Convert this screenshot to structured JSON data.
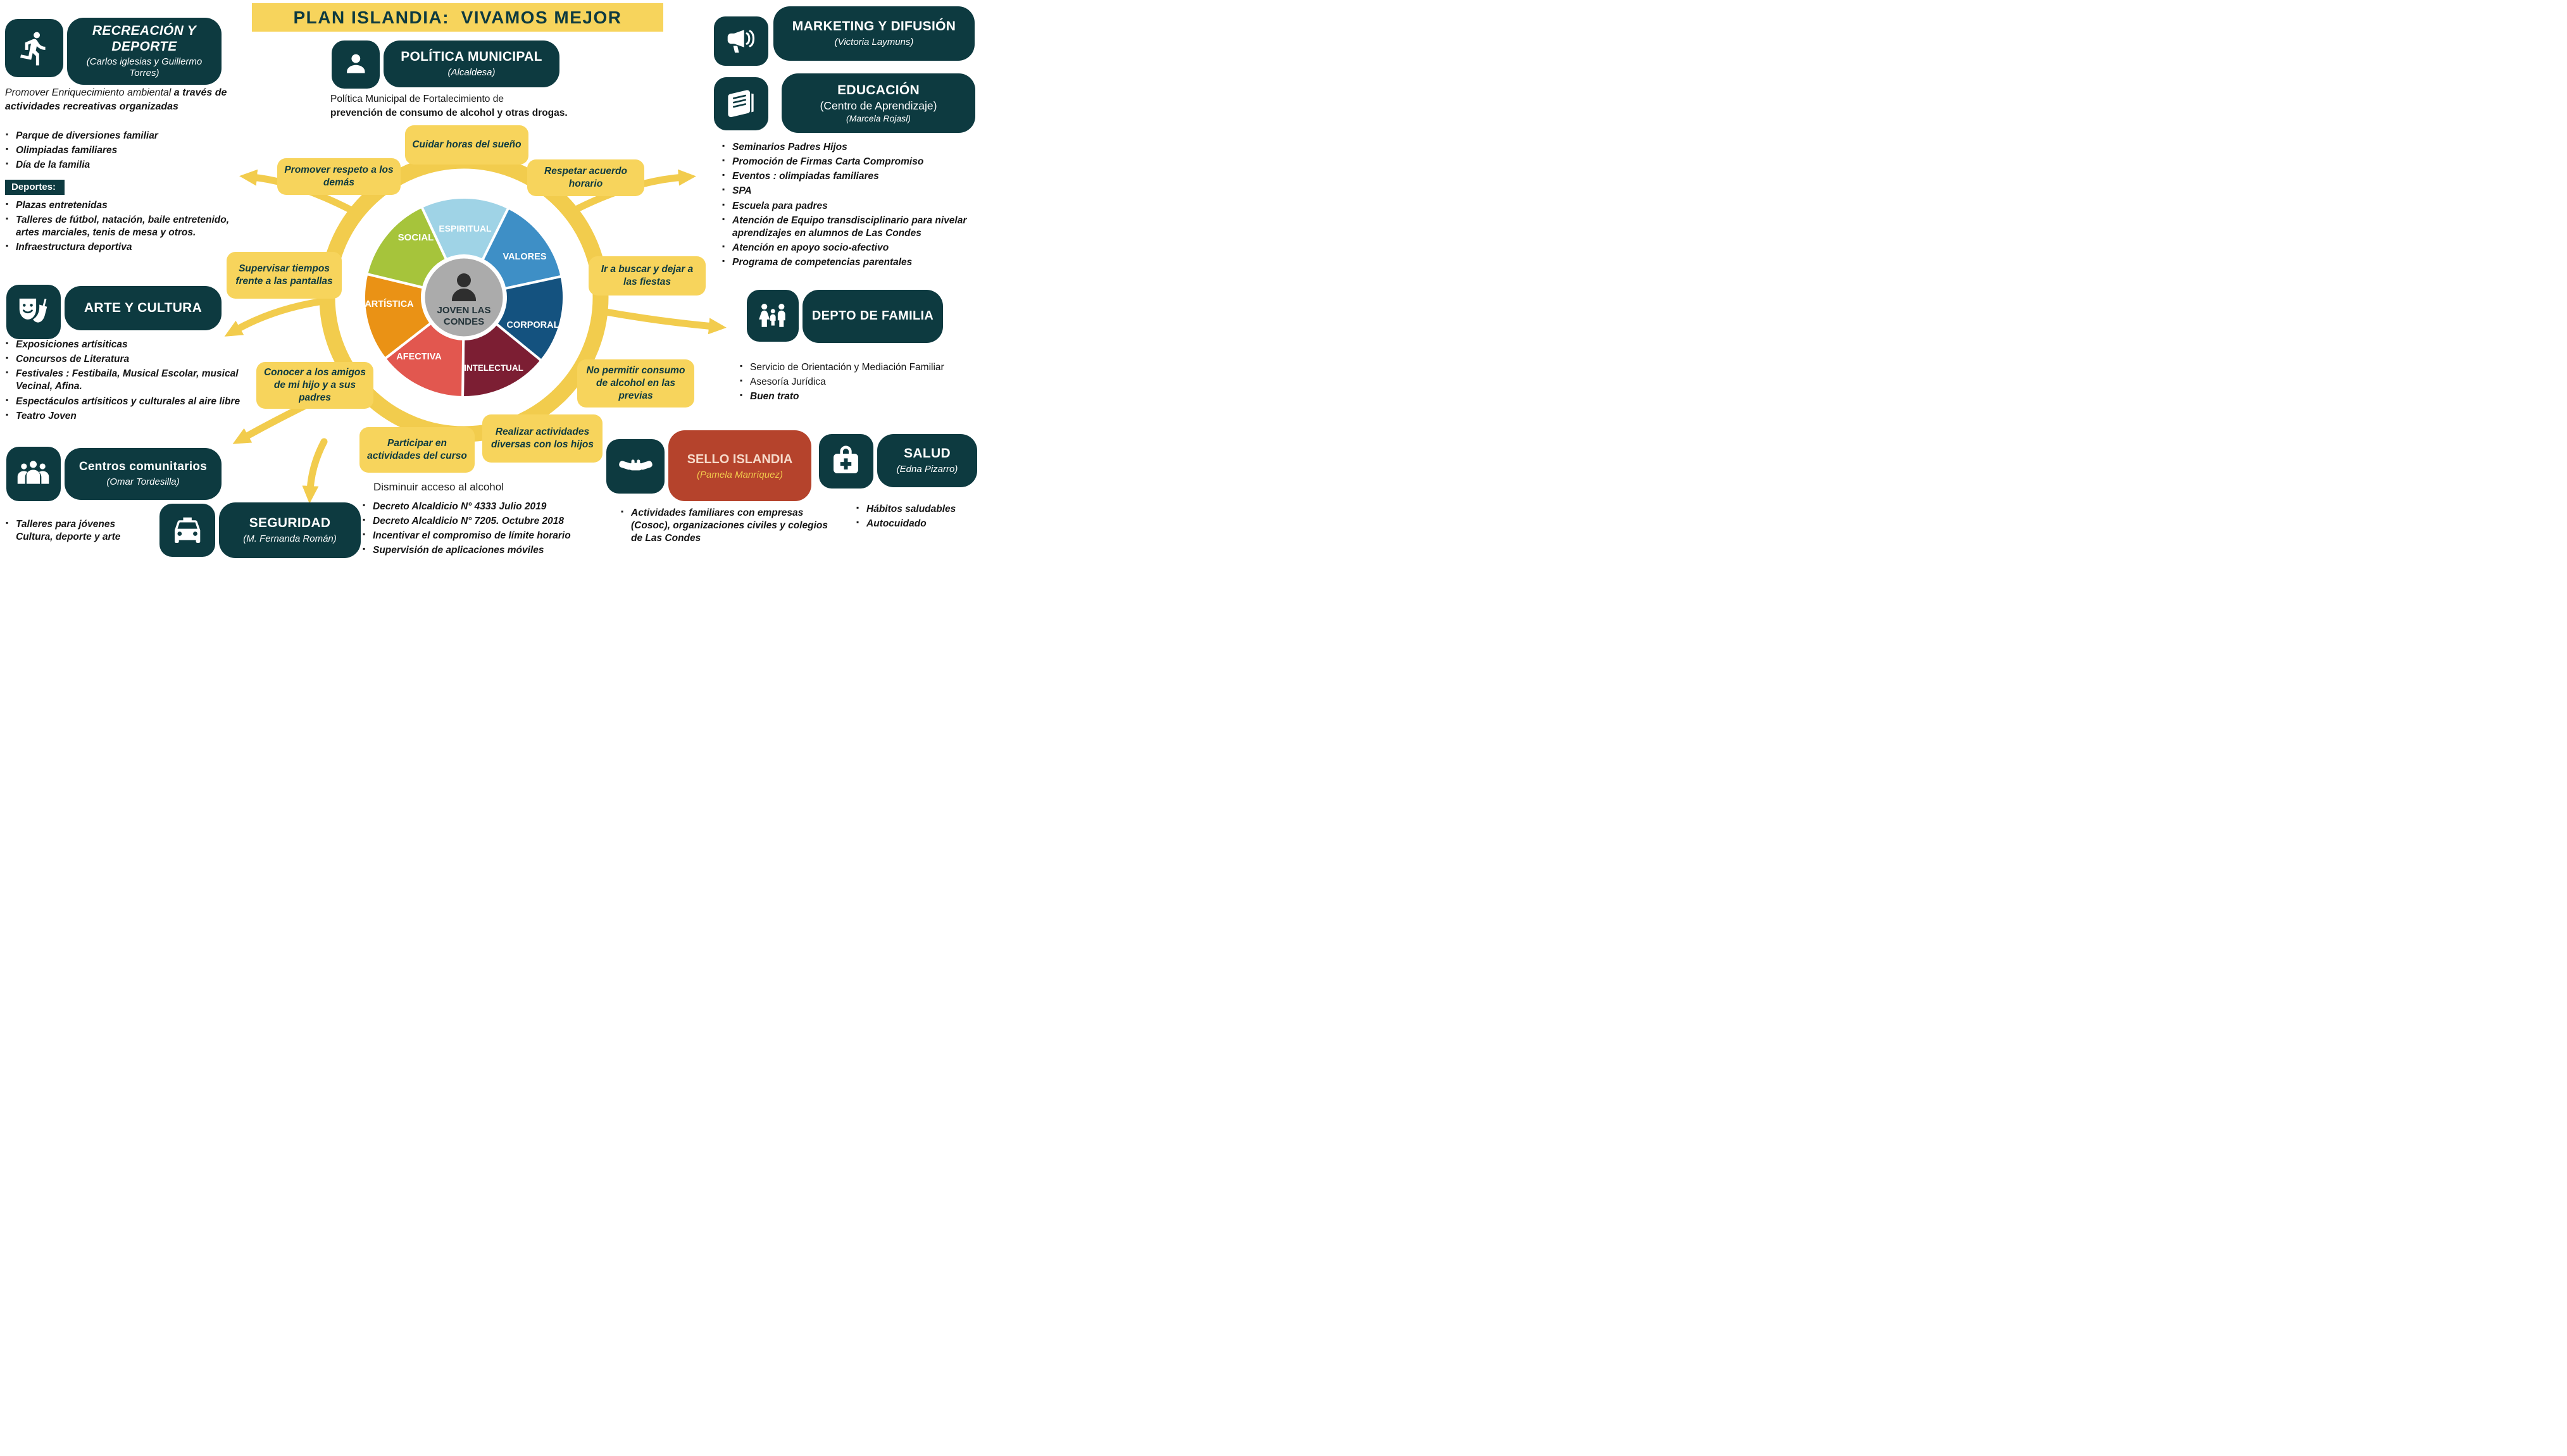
{
  "title": "PLAN ISLANDIA:  VIVAMOS MEJOR",
  "colors": {
    "dark_teal": "#0d3a40",
    "accent_yellow": "#f2cc4d",
    "callout_yellow": "#f7d45c",
    "sello_red": "#b5432c"
  },
  "politica": {
    "title": "POLÍTICA MUNICIPAL",
    "subtitle": "(Alcaldesa)",
    "desc_line1": "Política Municipal de Fortalecimiento de",
    "desc_line2": "prevención de consumo de alcohol y otras drogas."
  },
  "recreacion": {
    "title": "RECREACIÓN Y DEPORTE",
    "subtitle": "(Carlos iglesias y Guillermo Torres)",
    "intro_regular": "Promover Enriquecimiento ambiental",
    "intro_bold": "a través de actividades recreativas organizadas",
    "items": [
      "Parque de diversiones familiar",
      "Olimpiadas familiares",
      "Día de la familia"
    ],
    "deportes_label": "Deportes:",
    "deportes_items": [
      "Plazas entretenidas",
      "Talleres de fútbol, natación, baile entretenido, artes marciales, tenis de mesa y otros.",
      "Infraestructura deportiva"
    ]
  },
  "arte": {
    "title": "ARTE Y CULTURA",
    "items": [
      "Exposiciones artísiticas",
      "Concursos de Literatura",
      "Festivales : Festibaila, Musical Escolar, musical Vecinal, Afina.",
      "Espectáculos artísiticos y culturales al aire libre",
      "Teatro Joven"
    ]
  },
  "centros": {
    "title": "Centros comunitarios",
    "subtitle": "(Omar Tordesilla)",
    "items": [
      "Talleres para jóvenes Cultura, deporte y arte"
    ]
  },
  "seguridad": {
    "title": "SEGURIDAD",
    "subtitle": "(M. Fernanda Román)"
  },
  "disminuir": {
    "heading": "Disminuir acceso al alcohol",
    "items": [
      "Decreto Alcaldicio N° 4333 Julio 2019",
      "Decreto Alcaldicio  N° 7205. Octubre 2018",
      "Incentivar el compromiso de límite horario",
      "Supervisión de aplicaciones móviles"
    ]
  },
  "marketing": {
    "title": "MARKETING Y DIFUSIÓN",
    "subtitle": "(Victoria Laymuns)"
  },
  "educacion": {
    "title": "EDUCACIÓN",
    "subtitle1": "(Centro de Aprendizaje)",
    "subtitle2": "(Marcela Rojasl)",
    "items": [
      "Seminarios Padres Hijos",
      "Promoción de Firmas Carta Compromiso",
      "Eventos : olimpiadas familiares",
      "SPA",
      "Escuela para padres",
      "Atención de Equipo transdisciplinario para nivelar aprendizajes en alumnos de Las Condes",
      "Atención en apoyo socio-afectivo",
      "Programa de competencias parentales"
    ]
  },
  "familia": {
    "title": "DEPTO DE FAMILIA",
    "items": [
      {
        "text": "Servicio de Orientación y Mediación Familiar",
        "strong": false
      },
      {
        "text": "Asesoría Jurídica",
        "strong": false
      },
      {
        "text": "Buen trato",
        "strong": true
      }
    ]
  },
  "sello": {
    "title": "SELLO ISLANDIA",
    "subtitle": "(Pamela Manríquez)",
    "items": [
      "Actividades familiares con empresas (Cosoc), organizaciones civiles y colegios de Las Condes"
    ]
  },
  "salud": {
    "title": "SALUD",
    "subtitle": "(Edna Pizarro)",
    "items": [
      "Hábitos saludables",
      "Autocuidado"
    ]
  },
  "wheel": {
    "center": {
      "line1": "JOVEN LAS",
      "line2": "CONDES"
    },
    "segments": [
      {
        "label": "ESPIRITUAL",
        "color": "#9fd3e6"
      },
      {
        "label": "VALORES",
        "color": "#3e8fc6"
      },
      {
        "label": "CORPORAL",
        "color": "#14527f"
      },
      {
        "label": "INTELECTUAL",
        "color": "#7c1e33"
      },
      {
        "label": "AFECTIVA",
        "color": "#e2574f"
      },
      {
        "label": "ARTÍSTICA",
        "color": "#ea9215"
      },
      {
        "label": "SOCIAL",
        "color": "#a6c43b"
      }
    ]
  },
  "callouts": [
    "Cuidar horas del sueño",
    "Respetar acuerdo horario",
    "Promover respeto a los demás",
    "Supervisar tiempos frente a las pantallas",
    "Ir a buscar y dejar a las fiestas",
    "No permitir consumo de alcohol en las previas",
    "Conocer a los amigos de mi hijo y a sus padres",
    "Participar en actividades del curso",
    "Realizar actividades diversas con los hijos"
  ]
}
